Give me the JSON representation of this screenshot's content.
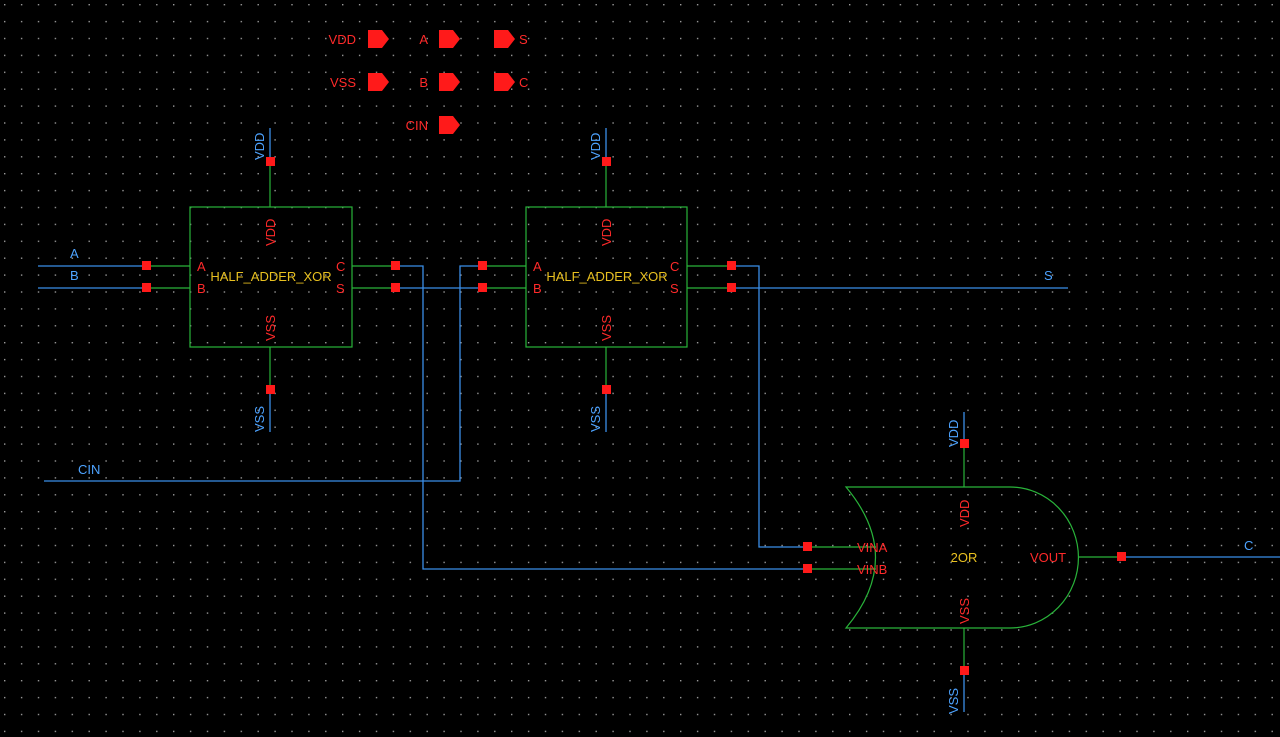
{
  "colors": {
    "background": "#000000",
    "wire": "#3a8ee8",
    "instance": "#29b33a",
    "pin_label": "#ff2a2a",
    "net_label": "#4da3ff",
    "cell_name": "#e8c020"
  },
  "io_pins": {
    "vdd": "VDD",
    "vss": "VSS",
    "a": "A",
    "b": "B",
    "cin": "CIN",
    "s": "S",
    "c": "C"
  },
  "ha1": {
    "cell": "HALF_ADDER_XOR",
    "pin_vdd": "VDD",
    "pin_vss": "VSS",
    "pin_a": "A",
    "pin_b": "B",
    "pin_c": "C",
    "pin_s": "S",
    "net_vdd": "VDD",
    "net_vss": "VSS"
  },
  "ha2": {
    "cell": "HALF_ADDER_XOR",
    "pin_vdd": "VDD",
    "pin_vss": "VSS",
    "pin_a": "A",
    "pin_b": "B",
    "pin_c": "C",
    "pin_s": "S",
    "net_vdd": "VDD",
    "net_vss": "VSS"
  },
  "or_gate": {
    "cell": "2OR",
    "pin_vdd": "VDD",
    "pin_vss": "VSS",
    "pin_vina": "VINA",
    "pin_vinb": "VINB",
    "pin_vout": "VOUT",
    "net_vdd": "VDD",
    "net_vss": "VSS"
  },
  "nets": {
    "a": "A",
    "b": "B",
    "cin": "CIN",
    "s": "S",
    "c": "C"
  }
}
